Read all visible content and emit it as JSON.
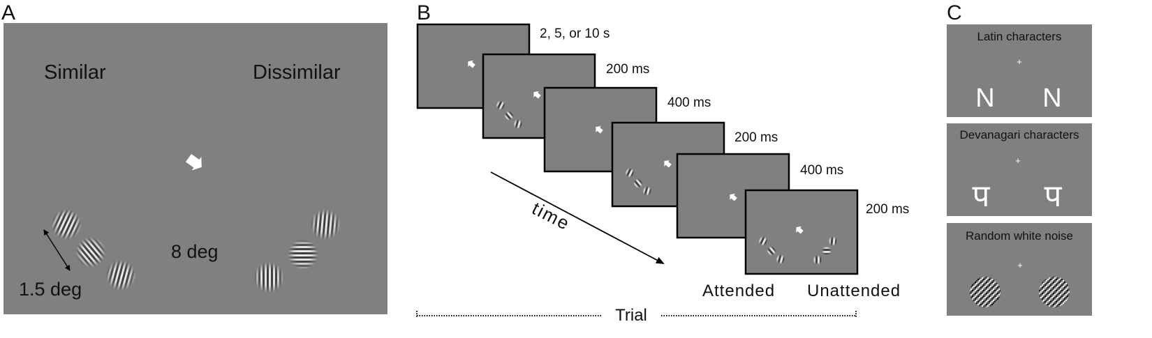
{
  "panel_a": {
    "letter": "A",
    "label_similar": "Similar",
    "label_dissimilar": "Dissimilar",
    "label_size": "1.5 deg",
    "label_eccentricity": "8 deg"
  },
  "panel_b": {
    "letter": "B",
    "frames": [
      {
        "duration": "2, 5, or 10 s"
      },
      {
        "duration": "200 ms"
      },
      {
        "duration": "400 ms"
      },
      {
        "duration": "200 ms"
      },
      {
        "duration": "400 ms"
      },
      {
        "duration": "200 ms"
      }
    ],
    "time_label": "time",
    "attended_label": "Attended",
    "unattended_label": "Unattended",
    "trial_label": "Trial"
  },
  "panel_c": {
    "letter": "C",
    "conditions": [
      {
        "title": "Latin characters",
        "glyph": "N"
      },
      {
        "title": "Devanagari characters",
        "glyph": "प"
      },
      {
        "title": "Random white noise"
      }
    ]
  },
  "colors": {
    "screen_gray": "#808080",
    "frame_border": "#000000",
    "stimulus": "#ffffff"
  }
}
